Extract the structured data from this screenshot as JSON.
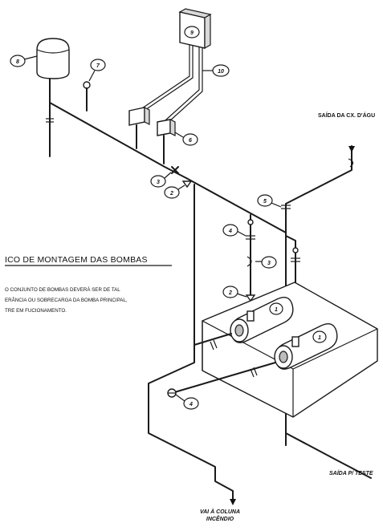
{
  "title": "ICO DE MONTAGEM DAS BOMBAS",
  "notes": [
    "O CONJUNTO DE BOMBAS DEVERÁ SER DE TAL",
    "ERÂNCIA OU SOBRECARGA DA BOMBA PRINCIPAL,",
    "TRE EM FUCIONAMENTO."
  ],
  "labels": {
    "saida_cx": "SAÍDA DA CX. D'ÁGU",
    "saida_teste": "SAÍDA P/ TESTE",
    "vai_coluna_1": "VAI À COLUNA",
    "vai_coluna_2": "INCÊNDIO"
  },
  "balloons": {
    "tank": "8",
    "gauge": "7",
    "panel": "9",
    "wiring": "10",
    "switch": "6",
    "valve_main": "3",
    "check_main": "2",
    "gate_upper": "5",
    "gate_left": "4",
    "flex": "3",
    "check_pump": "2",
    "pump_left": "1",
    "pump_right": "1",
    "bottom_valve": "4"
  }
}
